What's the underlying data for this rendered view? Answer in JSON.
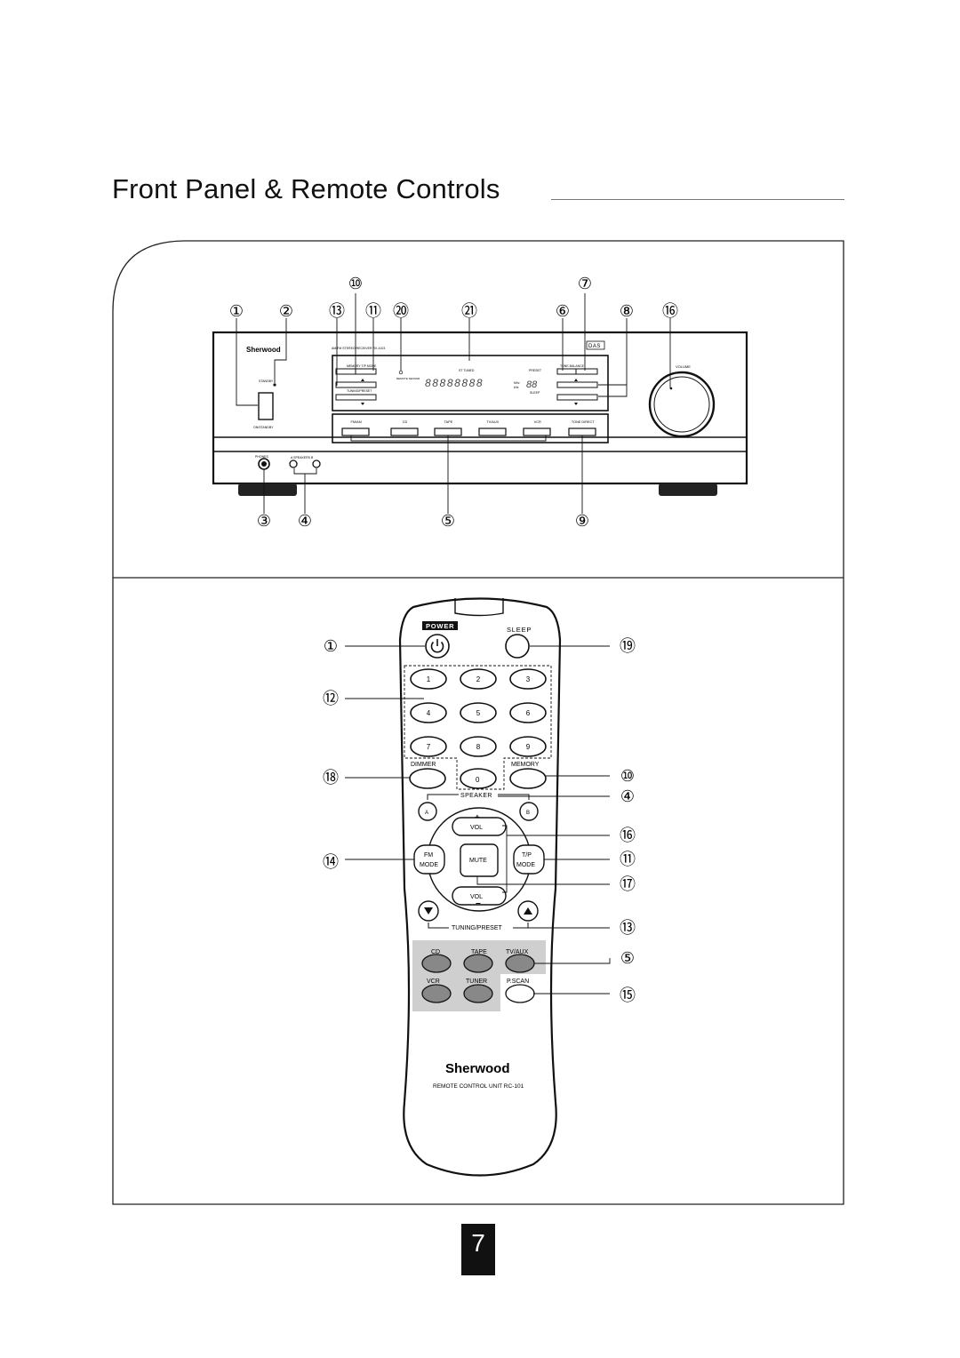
{
  "page": {
    "title": "Front Panel & Remote Controls",
    "page_number": "7"
  },
  "receiver": {
    "brand": "Sherwood",
    "model_line": "AM/FM STEREO RECEIVER RX-4103",
    "standby": "STANDBY",
    "on_standby": "ON/STANDBY",
    "phones": "PHONES",
    "speakers": "A  SPEAKERS  B",
    "memory_tp_mode": "MEMORY  T/P MODE",
    "tuning_preset": "TUNING/PRESET",
    "st_tuned": "ST  TUNED",
    "preset": "PRESET",
    "mhz": "MHz",
    "khz": "kHz",
    "sleep": "SLEEP",
    "tone_balance": "TONE  BALANCE",
    "volume": "VOLUME",
    "das": "DAS",
    "remote_sensor": "REMOTE SENSOR",
    "display_digits": "88888888",
    "display_digits_small": "88",
    "inputs": [
      "FM/AM",
      "CD",
      "TAPE",
      "TV/AUX",
      "VCR",
      "TONE DIRECT"
    ]
  },
  "receiver_callouts": {
    "top_row1": [
      "⑩",
      "⑦"
    ],
    "top_row2": [
      "①",
      "②",
      "⑬",
      "⑪",
      "⑳",
      "㉑",
      "⑥",
      "⑧",
      "⑯"
    ],
    "bottom": [
      "③",
      "④",
      "⑤",
      "⑨"
    ]
  },
  "remote": {
    "power": "POWER",
    "sleep": "SLEEP",
    "digits": [
      "1",
      "2",
      "3",
      "4",
      "5",
      "6",
      "7",
      "8",
      "9"
    ],
    "dimmer": "DIMMER",
    "memory": "MEMORY",
    "zero": "0",
    "speaker": "SPEAKER",
    "speaker_a": "A",
    "speaker_b": "B",
    "vol_plus": "+",
    "vol": "VOL",
    "vol_minus": "−",
    "fm": "FM",
    "mode": "MODE",
    "tp": "T/P",
    "mute": "MUTE",
    "tuning_preset": "TUNING/PRESET",
    "cd": "CD",
    "tape": "TAPE",
    "tv_aux": "TV/AUX",
    "vcr": "VCR",
    "tuner": "TUNER",
    "pscan": "P.SCAN",
    "brand": "Sherwood",
    "unit_label": "REMOTE CONTROL UNIT RC-101"
  },
  "remote_callouts": {
    "left": [
      "①",
      "⑫",
      "⑱",
      "⑭"
    ],
    "right": [
      "⑲",
      "⑩",
      "④",
      "⑯",
      "⑪",
      "⑰",
      "⑬",
      "⑤",
      "⑮"
    ]
  }
}
